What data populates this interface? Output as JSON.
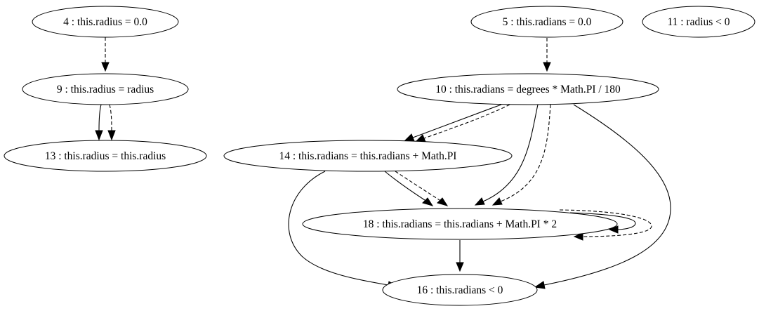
{
  "nodes": {
    "n4": {
      "label": "4 : this.radius = 0.0"
    },
    "n9": {
      "label": "9 : this.radius = radius"
    },
    "n13": {
      "label": "13 : this.radius = this.radius"
    },
    "n5": {
      "label": "5 : this.radians = 0.0"
    },
    "n11": {
      "label": "11 : radius < 0"
    },
    "n10": {
      "label": "10 : this.radians = degrees * Math.PI / 180"
    },
    "n14": {
      "label": "14 : this.radians = this.radians + Math.PI"
    },
    "n18": {
      "label": "18 : this.radians = this.radians + Math.PI * 2"
    },
    "n16": {
      "label": "16 : this.radians < 0"
    }
  },
  "edges": [
    {
      "from": "n4",
      "to": "n9",
      "style": "dashed"
    },
    {
      "from": "n9",
      "to": "n13",
      "style": "solid"
    },
    {
      "from": "n9",
      "to": "n13",
      "style": "dashed"
    },
    {
      "from": "n5",
      "to": "n10",
      "style": "dashed"
    },
    {
      "from": "n10",
      "to": "n14",
      "style": "solid"
    },
    {
      "from": "n10",
      "to": "n14",
      "style": "dashed"
    },
    {
      "from": "n10",
      "to": "n18",
      "style": "solid"
    },
    {
      "from": "n10",
      "to": "n18",
      "style": "dashed"
    },
    {
      "from": "n10",
      "to": "n16",
      "style": "solid"
    },
    {
      "from": "n14",
      "to": "n18",
      "style": "solid"
    },
    {
      "from": "n14",
      "to": "n18",
      "style": "dashed"
    },
    {
      "from": "n14",
      "to": "n16",
      "style": "solid"
    },
    {
      "from": "n18",
      "to": "n18",
      "style": "solid"
    },
    {
      "from": "n18",
      "to": "n18",
      "style": "dashed"
    },
    {
      "from": "n18",
      "to": "n16",
      "style": "solid"
    }
  ]
}
